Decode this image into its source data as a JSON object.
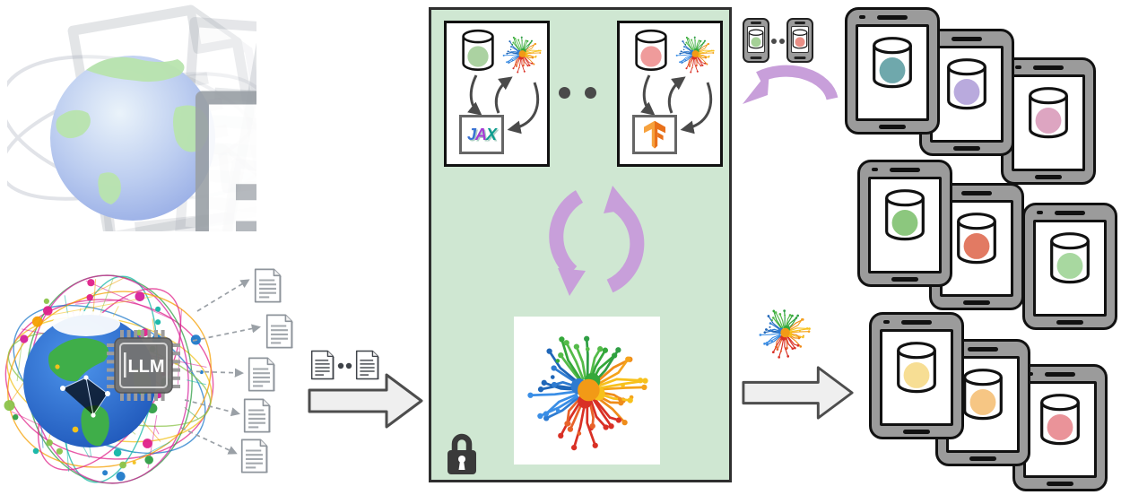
{
  "diagram": {
    "web_globe": {
      "icon": "internet-documents-globe-icon",
      "document_count": 6
    },
    "llm_globe": {
      "icon": "llm-web-network-globe-icon",
      "chip_label": "LLM",
      "generated_document_count": 5
    },
    "doc_stream": {
      "icon": "document-icon",
      "visible_docs": 2,
      "ellipsis_dots": 2
    },
    "secure_panel": {
      "bg_color": "#cfe7d2",
      "border_color": "#2f2f2f",
      "lock_icon": "lock-icon",
      "cycle_icon": "training-cycle-arrows-icon",
      "cycle_color": "#c89fda",
      "model_icon": "circuit-model-icon",
      "between_clients_dots": 2,
      "clients": [
        {
          "framework_logo": "jax-logo-icon",
          "logo_text": "JAX",
          "letters": [
            {
              "ch": "J",
              "color": "#3a72d4"
            },
            {
              "ch": "A",
              "color": "#a43bd4"
            },
            {
              "ch": "X",
              "color": "#0f9d8f"
            }
          ],
          "db_dot_color": "#abd2a1"
        },
        {
          "framework_logo": "tensorflow-logo-icon",
          "logo_color": "#ef8418",
          "db_dot_color": "#ef9b9b"
        }
      ]
    },
    "upload": {
      "phone_icon": "phone-database-icon",
      "phones": [
        {
          "db_dot_color": "#a5d096"
        },
        {
          "db_dot_color": "#ea8f86"
        }
      ],
      "ellipsis_dots": 2,
      "arrow_icon": "purple-curved-arrow-icon",
      "arrow_color": "#c89fda"
    },
    "deploy": {
      "model_icon": "circuit-model-icon",
      "arrow_icon": "gray-right-arrow-icon"
    },
    "devices": {
      "icon": "tablet-database-icon",
      "frame_color": "#9b9b9b",
      "count": 9,
      "items": [
        {
          "db_dot_color": "#6fa8ac"
        },
        {
          "db_dot_color": "#b9aadd"
        },
        {
          "db_dot_color": "#dda5c1"
        },
        {
          "db_dot_color": "#8cc77e"
        },
        {
          "db_dot_color": "#e27a63"
        },
        {
          "db_dot_color": "#a8d8a0"
        },
        {
          "db_dot_color": "#f7de94"
        },
        {
          "db_dot_color": "#f6c684"
        },
        {
          "db_dot_color": "#ea9399"
        }
      ]
    }
  }
}
